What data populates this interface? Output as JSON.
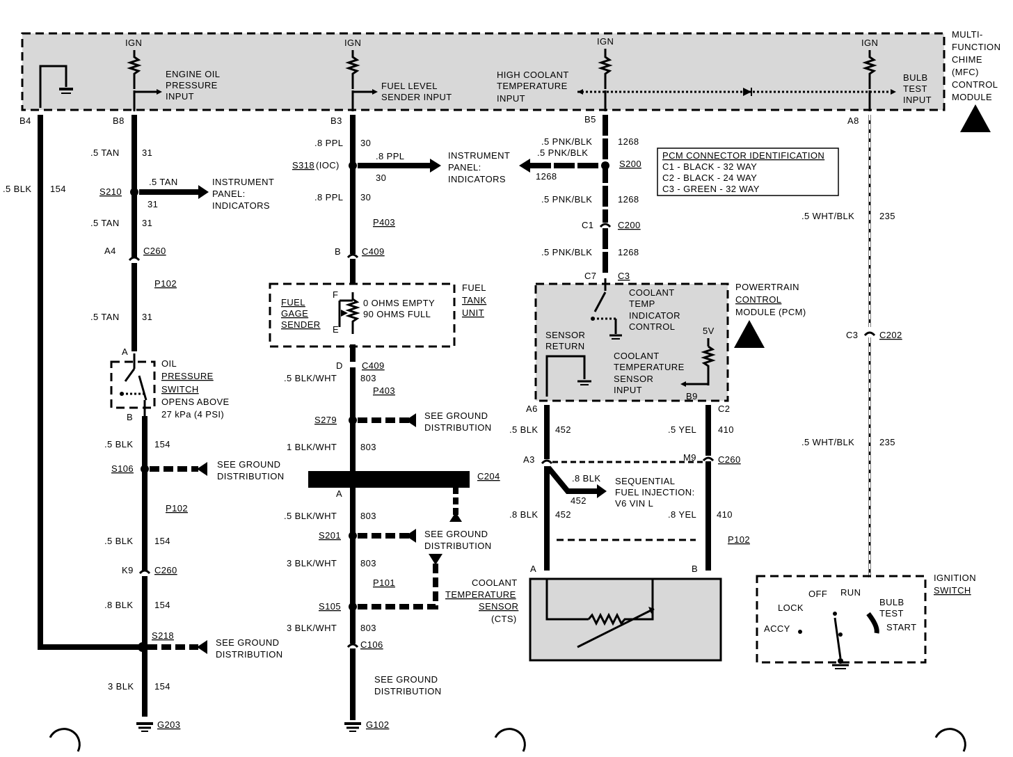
{
  "module_title": [
    "MULTI-",
    "FUNCTION",
    "CHIME",
    "(MFC)",
    "CONTROL",
    "MODULE"
  ],
  "ign": "IGN",
  "inputs": {
    "oil": [
      "ENGINE OIL",
      "PRESSURE",
      "INPUT"
    ],
    "fuel": [
      "FUEL LEVEL",
      "SENDER INPUT"
    ],
    "coolant": [
      "HIGH COOLANT",
      "TEMPERATURE",
      "INPUT"
    ],
    "bulb": [
      "BULB",
      "TEST",
      "INPUT"
    ]
  },
  "pcm_table": {
    "title": "PCM CONNECTOR IDENTIFICATION",
    "rows": [
      "C1 - BLACK - 32 WAY",
      "C2 - BLACK - 24 WAY",
      "C3 - GREEN - 32 WAY"
    ]
  },
  "pins": {
    "b4": "B4",
    "b8": "B8",
    "b3": "B3",
    "b5": "B5",
    "a8": "A8",
    "a4": "A4",
    "b": "B",
    "d": "D",
    "a": "A",
    "k9": "K9",
    "c1": "C1",
    "c7": "C7",
    "c3": "C3",
    "a6": "A6",
    "b9": "B9",
    "c2": "C2",
    "a3": "A3",
    "m9": "M9",
    "a_cts": "A",
    "b_cts": "B",
    "c3_r": "C3"
  },
  "wires": {
    "blk154": ".5 BLK",
    "n154": "154",
    "tan": ".5 TAN",
    "n31": "31",
    "ppl": ".8 PPL",
    "n30": "30",
    "pnkblk": ".5 PNK/BLK",
    "n1268": "1268",
    "whtblk": ".5 WHT/BLK",
    "n235": "235",
    "blkwht5": ".5 BLK/WHT",
    "n803": "803",
    "blkwht1": "1 BLK/WHT",
    "blkwht3": "3 BLK/WHT",
    "blk8": ".8 BLK",
    "blk3": "3 BLK",
    "blk452": ".5 BLK",
    "n452": "452",
    "yel5": ".5 YEL",
    "n410": "410",
    "blk8b": ".8 BLK",
    "yel8": ".8 YEL"
  },
  "splices": {
    "s210": "S210",
    "s318": "S318",
    "s318_suffix": "(IOC)",
    "s200": "S200",
    "s279": "S279",
    "s106": "S106",
    "s201": "S201",
    "s105": "S105",
    "s218": "S218"
  },
  "connectors": {
    "c260": "C260",
    "p102": "P102",
    "p403": "P403",
    "c409": "C409",
    "c200": "C200",
    "c202": "C202",
    "c204": "C204",
    "p101": "P101",
    "c106": "C106"
  },
  "grounds": {
    "g203": "G203",
    "g102": "G102"
  },
  "labels": {
    "ip_ind": [
      "INSTRUMENT",
      "PANEL:",
      "INDICATORS"
    ],
    "ip_ind2": [
      "INSTRUMENT",
      "PANEL:",
      "INDICATORS"
    ],
    "see_ground": [
      "SEE GROUND",
      "DISTRIBUTION"
    ],
    "fuel_tank": [
      "FUEL",
      "TANK",
      "UNIT"
    ],
    "fuel_gage": [
      "FUEL",
      "GAGE",
      "SENDER"
    ],
    "ohms": [
      "0 OHMS EMPTY",
      "90 OHMS FULL"
    ],
    "fe": [
      "F",
      "E"
    ],
    "oil_switch": [
      "OIL",
      "PRESSURE",
      "SWITCH"
    ],
    "oil_opens": [
      "OPENS ABOVE",
      "27 kPa (4 PSI)"
    ],
    "pcm": [
      "POWERTRAIN",
      "CONTROL",
      "MODULE (PCM)"
    ],
    "coolant_ind": [
      "COOLANT",
      "TEMP",
      "INDICATOR",
      "CONTROL"
    ],
    "sensor_return": [
      "SENSOR",
      "RETURN"
    ],
    "cts_input": [
      "COOLANT",
      "TEMPERATURE",
      "SENSOR",
      "INPUT"
    ],
    "five_v": "5V",
    "sfi": [
      "SEQUENTIAL",
      "FUEL INJECTION:",
      "V6 VIN L"
    ],
    "cts": [
      "COOLANT",
      "TEMPERATURE",
      "SENSOR",
      "(CTS)"
    ],
    "ign_switch": [
      "IGNITION",
      "SWITCH"
    ],
    "ign_pos": {
      "off": "OFF",
      "run": "RUN",
      "lock": "LOCK",
      "accy": "ACCY",
      "bulb": [
        "BULB",
        "TEST"
      ],
      "start": "START"
    },
    "see_ground_dist": [
      "SEE GROUND",
      "DISTRIBUTION"
    ]
  }
}
